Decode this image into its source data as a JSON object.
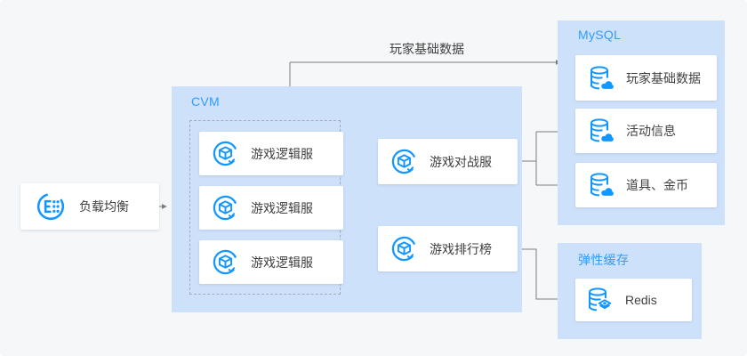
{
  "colors": {
    "background": "#f5f7f9",
    "panel_blue": "#cee1fa",
    "accent_blue": "#2f9cff",
    "icon_blue": "#1296ff",
    "text_dark": "#404040",
    "line_gray": "#7d7d7d",
    "dash_gray": "#a3acb8"
  },
  "load_balancer": {
    "label": "负载均衡",
    "icon": "clb-icon"
  },
  "cvm_panel": {
    "title": "CVM",
    "logic_servers": [
      {
        "label": "游戏逻辑服",
        "icon": "server-icon"
      },
      {
        "label": "游戏逻辑服",
        "icon": "server-icon"
      },
      {
        "label": "游戏逻辑服",
        "icon": "server-icon"
      }
    ],
    "battle_server": {
      "label": "游戏对战服",
      "icon": "server-icon"
    },
    "leaderboard": {
      "label": "游戏排行榜",
      "icon": "server-icon"
    }
  },
  "mysql_panel": {
    "title": "MySQL",
    "items": [
      {
        "label": "玩家基础数据",
        "icon": "cloud-database-icon"
      },
      {
        "label": "活动信息",
        "icon": "cloud-database-icon"
      },
      {
        "label": "道具、金币",
        "icon": "cloud-database-icon"
      }
    ]
  },
  "cache_panel": {
    "title": "弹性缓存",
    "items": [
      {
        "label": "Redis",
        "icon": "redis-database-icon"
      }
    ]
  },
  "edges": {
    "top_label": "玩家基础数据"
  }
}
